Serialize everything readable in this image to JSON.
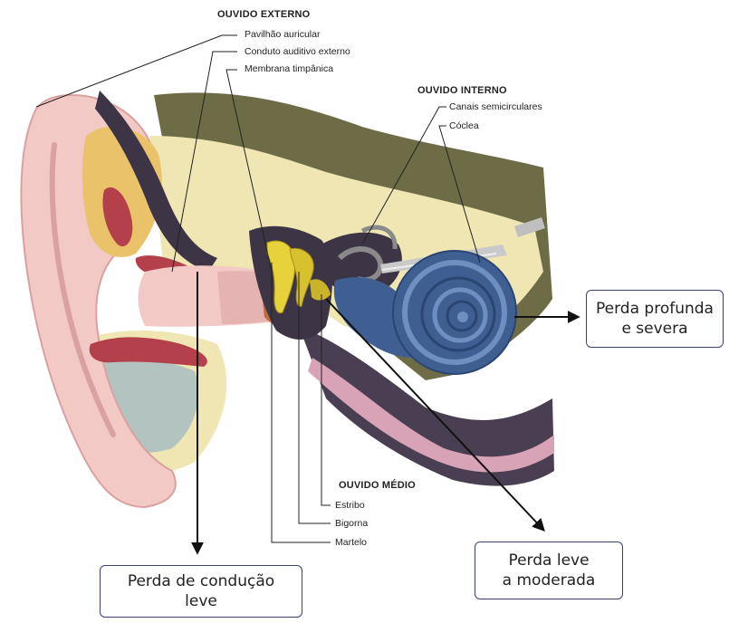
{
  "outer_ear": {
    "heading": "OUVIDO EXTERNO",
    "parts": [
      "Pavilhão auricular",
      "Conduto auditivo externo",
      "Membrana timpânica"
    ]
  },
  "inner_ear": {
    "heading": "OUVIDO INTERNO",
    "parts": [
      "Canais semicirculares",
      "Cóclea"
    ]
  },
  "middle_ear": {
    "heading": "OUVIDO MÉDIO",
    "parts": [
      "Estribo",
      "Bigorna",
      "Martelo"
    ]
  },
  "callouts": {
    "conductive": {
      "line1": "Perda de condução",
      "line2": "leve"
    },
    "profound": {
      "line1": "Perda profunda",
      "line2": "e severa"
    },
    "mild": {
      "line1": "Perda leve",
      "line2": "a moderada"
    }
  },
  "colors": {
    "skin": "#f3c9c6",
    "bone": "#efe6b4",
    "cochlea": "#3f5f93",
    "ossicle": "#e8d23c",
    "tissue": "#6e6c46",
    "box_border": "#3a3f6e"
  }
}
